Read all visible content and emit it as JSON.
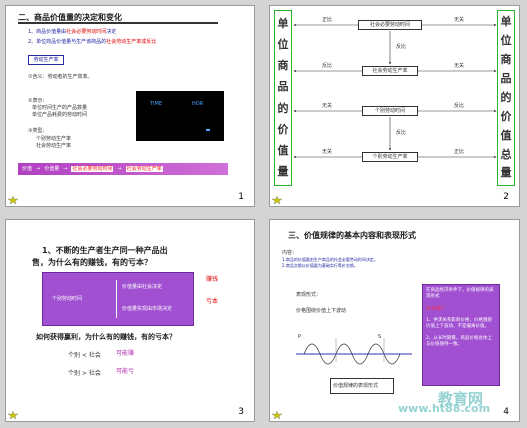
{
  "footer_icon": "book-star-icon",
  "slide1": {
    "page": "1",
    "heading": "二、商品价值量的决定和变化",
    "line1_prefix": "1、商品价值量由",
    "line1_red": "社会必要劳动时间",
    "line1_suffix": "决定",
    "line2_prefix": "2、单位商品价值量与生产该商品的",
    "line2_red": "社会劳动生产率成反比",
    "box_label": "劳动生产率",
    "q1": "①含义：劳动者的生产效率。",
    "screen_text": [
      "TIME",
      "HOR"
    ],
    "q2": "②表示：",
    "q2a": "单位时间生产的产品数量",
    "q2b": "单位产品耗费的劳动时间",
    "q3": "③类型：",
    "q3a": "个别劳动生产率",
    "q3b": "社会劳动生产率",
    "bar_segments": [
      "价值",
      "价值量",
      "社会必要劳动时间",
      "社会劳动生产率"
    ]
  },
  "slide2": {
    "page": "2",
    "left_column": [
      "单",
      "位",
      "商",
      "品",
      "的",
      "价",
      "值",
      "量"
    ],
    "right_column": [
      "单",
      "位",
      "商",
      "品",
      "的",
      "价",
      "值",
      "总",
      "量"
    ],
    "boxes": [
      "社会必要劳动时间",
      "社会劳动生产率",
      "个别劳动时间",
      "个别劳动生产率"
    ],
    "labels_positive": "正比",
    "labels_inverse": "反比",
    "labels_none": "无关"
  },
  "slide3": {
    "page": "3",
    "question1": "1、不断的生产者生产同一种产品出",
    "question1b": "售，为什么有的赚钱，有的亏本？",
    "center_label": "个别劳动时间",
    "right_top": "价值量由社会决定",
    "right_bottom": "价值量实现由市场决定",
    "side_red1": "赚钱",
    "side_red2": "亏本",
    "question2": "如何获得赢利，为什么有的赚钱，有的亏本？",
    "row1_left": "个别 < 社会",
    "row1_right": "可能赚",
    "row2_left": "个别 > 社会",
    "row2_right": "可能亏"
  },
  "slide4": {
    "page": "4",
    "heading": "三、价值规律的基本内容和表现形式",
    "intro": "内容：",
    "intro1": "1.商品的价值量由生产商品的社会必要劳动时间决定。",
    "intro2": "2.商品交换以价值量为基础实行等价交换。",
    "form_label": "表现形式：",
    "form_text": "价格围绕价值上下波动",
    "chart_labels": [
      "P",
      "S"
    ],
    "note_box_title": "在商品经济条件下，价值规律的表现形式",
    "note_red": "什么样？",
    "note1": "1、供求关系影响价格，价格围绕价值上下波动，不是偏离价值。",
    "note2": "2、从长时期看，商品价格总体上与价值保持一致。",
    "bottom_box": "价值规律的表现形式",
    "watermark_cn": "教育网",
    "watermark_url": "www.ht88.com"
  }
}
